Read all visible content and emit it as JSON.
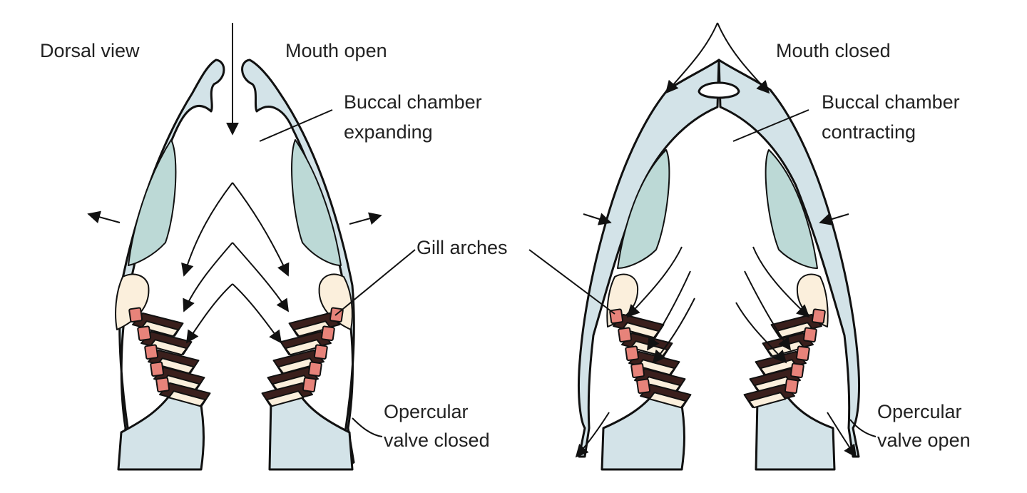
{
  "labels": {
    "dorsal_view": "Dorsal view",
    "mouth_open": "Mouth open",
    "buccal_expanding_1": "Buccal chamber",
    "buccal_expanding_2": "expanding",
    "gill_arches": "Gill arches",
    "opercular_closed_1": "Opercular",
    "opercular_closed_2": "valve closed",
    "mouth_closed": "Mouth closed",
    "buccal_contracting_1": "Buccal chamber",
    "buccal_contracting_2": "contracting",
    "opercular_open_1": "Opercular",
    "opercular_open_2": "valve open"
  },
  "colors": {
    "body": "#d3e3e8",
    "muscle": "#bcd9d6",
    "cartilage": "#fbefdc",
    "gill_bar": "#3a1f1c",
    "gill_filament": "#fbefdc",
    "gill_tip": "#e7837a",
    "outline": "#111111"
  }
}
